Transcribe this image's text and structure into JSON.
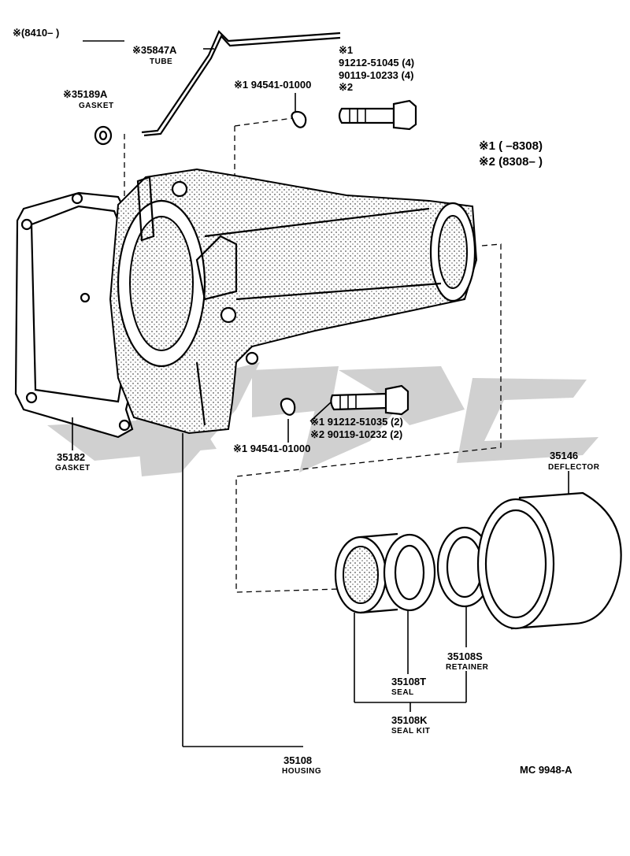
{
  "diagram": {
    "range_top": "※(8410–      )",
    "tube": {
      "number": "※35847A",
      "name": "TUBE"
    },
    "gasket_top": {
      "number": "※35189A",
      "name": "GASKET"
    },
    "washer_top": "※1 94541-01000",
    "bolt_top": {
      "mark1": "※1",
      "line1": "91212-51045 (4)",
      "line2": "90119-10233 (4)",
      "mark2": "※2"
    },
    "legend": {
      "line1": "※1 (      –8308)",
      "line2": "※2 (8308–      )"
    },
    "bolt_bottom": {
      "line1": "※1 91212-51035 (2)",
      "line2": "※2 90119-10232 (2)"
    },
    "washer_bottom": "※1 94541-01000",
    "gasket_main": {
      "number": "35182",
      "name": "GASKET"
    },
    "deflector": {
      "number": "35146",
      "name": "DEFLECTOR"
    },
    "retainer": {
      "number": "35108S",
      "name": "RETAINER"
    },
    "seal": {
      "number": "35108T",
      "name": "SEAL"
    },
    "seal_kit": {
      "number": "35108K",
      "name": "SEAL KIT"
    },
    "housing": {
      "number": "35108",
      "name": "HOUSING"
    },
    "figure_code": "MC  9948-A"
  },
  "watermark": {
    "color": "#c8c8c8"
  }
}
